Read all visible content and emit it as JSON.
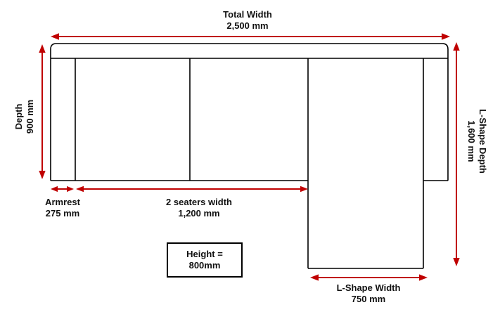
{
  "diagram_title": "L-shape sofa dimension drawing",
  "colors": {
    "arrow": "#C00000",
    "outline": "#000000",
    "text": "#111111",
    "background": "#FFFFFF"
  },
  "labels": {
    "total_width": {
      "title": "Total Width",
      "value": "2,500 mm"
    },
    "depth": {
      "title": "Depth",
      "value": "900 mm"
    },
    "l_shape_depth": {
      "title": "L-Shape Depth",
      "value": "1,600 mm"
    },
    "armrest": {
      "title": "Armrest",
      "value": "275 mm"
    },
    "two_seaters": {
      "title": "2 seaters width",
      "value": "1,200 mm"
    },
    "l_shape_width": {
      "title": "L-Shape Width",
      "value": "750 mm"
    },
    "height_box": {
      "title": "Height =",
      "value": "800mm"
    }
  },
  "measurements": {
    "total_width_mm": 2500,
    "depth_mm": 900,
    "l_shape_depth_mm": 1600,
    "armrest_mm": 275,
    "two_seaters_width_mm": 1200,
    "height_mm": 800,
    "l_shape_width_mm": 750
  }
}
